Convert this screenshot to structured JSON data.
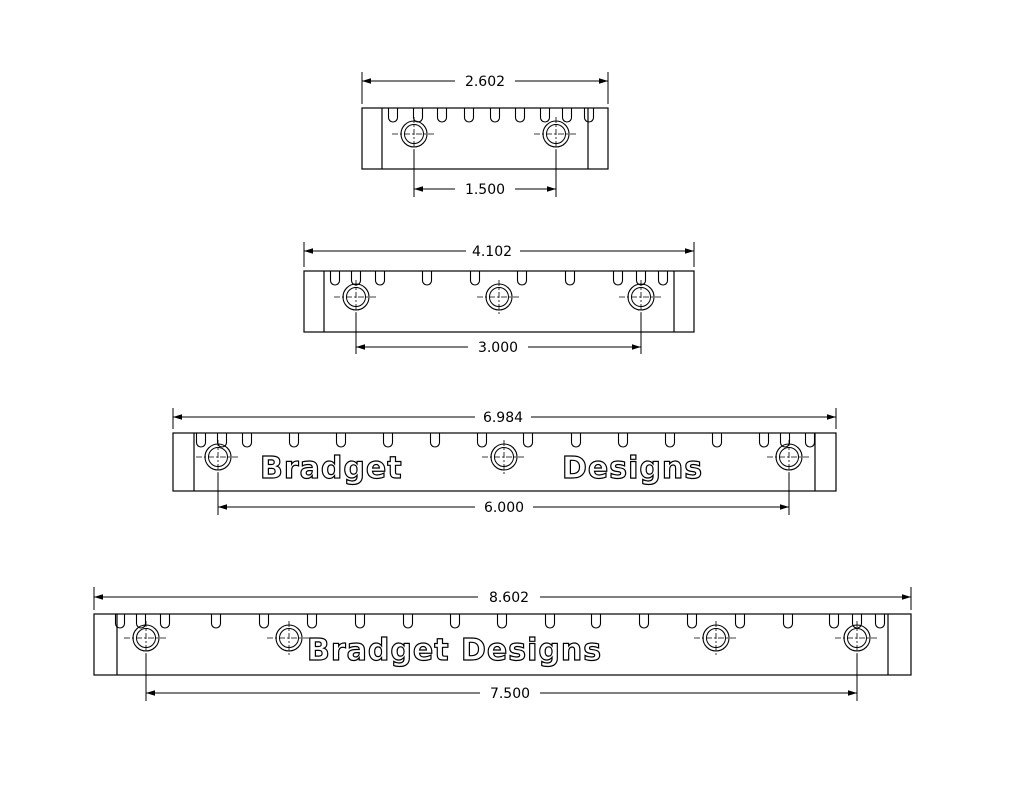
{
  "parts": [
    {
      "overall_label": "2.602",
      "holes_label": "1.500",
      "hole_count": 2,
      "engraving": []
    },
    {
      "overall_label": "4.102",
      "holes_label": "3.000",
      "hole_count": 3,
      "engraving": []
    },
    {
      "overall_label": "6.984",
      "holes_label": "6.000",
      "hole_count": 3,
      "engraving": [
        "Bradget",
        "Designs"
      ]
    },
    {
      "overall_label": "8.602",
      "holes_label": "7.500",
      "hole_count": 4,
      "engraving": [
        "Bradget Designs"
      ]
    }
  ]
}
